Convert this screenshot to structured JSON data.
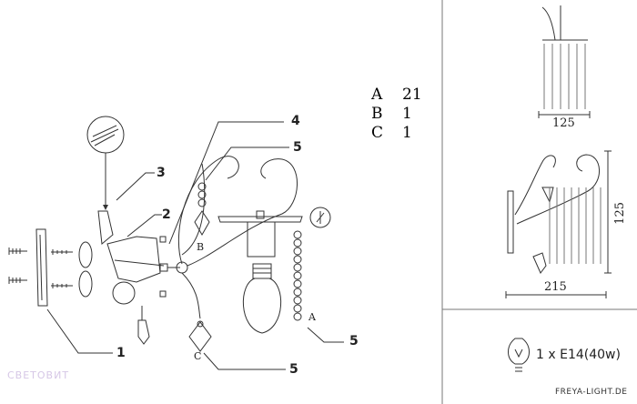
{
  "parts_list": [
    {
      "key": "A",
      "qty": "21"
    },
    {
      "key": "B",
      "qty": "1"
    },
    {
      "key": "C",
      "qty": "1"
    }
  ],
  "callouts": [
    "1",
    "2",
    "3",
    "4",
    "5",
    "5",
    "5"
  ],
  "bead_letters": {
    "a": "A",
    "b": "B",
    "c": "C"
  },
  "dimensions": {
    "front_width": "125",
    "side_height": "125",
    "side_depth": "215"
  },
  "lamp": {
    "spec": "1 x E14(40w)"
  },
  "site": "FREYA-LIGHT.DE",
  "watermark": "СВЕТОВИТ"
}
